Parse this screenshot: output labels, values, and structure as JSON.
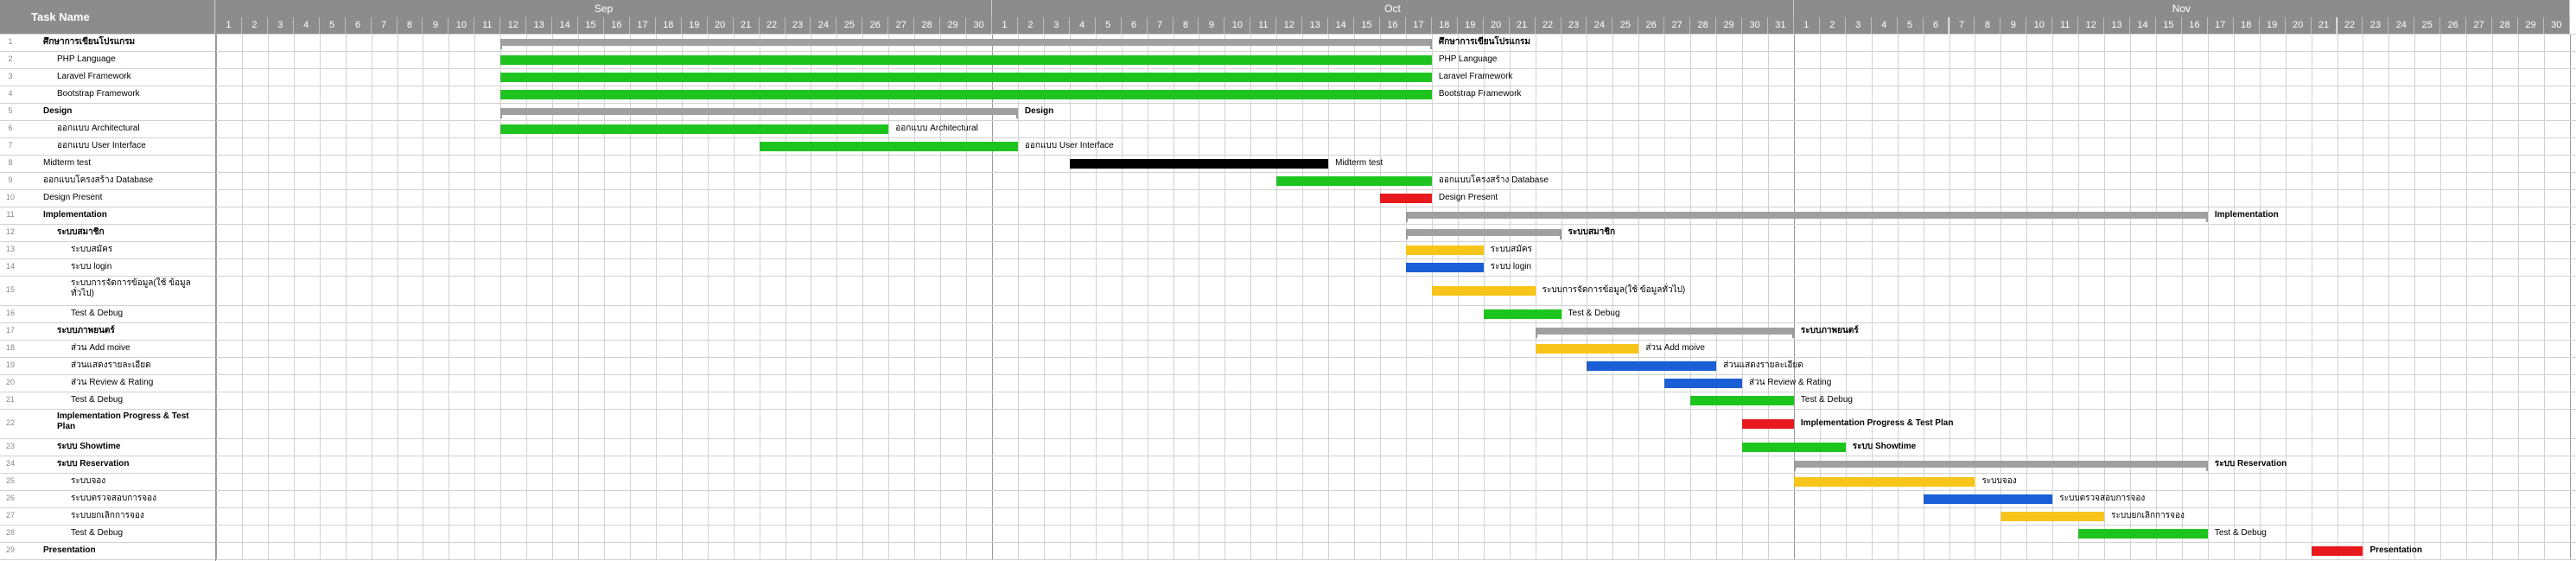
{
  "header": {
    "task_name_label": "Task Name",
    "months": [
      "Sep",
      "Oct",
      "Nov"
    ]
  },
  "colors": {
    "header_bg": "#8c8c8c",
    "summary": "#a0a0a0",
    "green": "#1ec41e",
    "black": "#000000",
    "red": "#e8191c",
    "yellow": "#f7c51a",
    "blue": "#1a5fd6"
  },
  "tasks": [
    {
      "num": "1",
      "name": "ศึกษาการเขียนโปรแกรม",
      "level": 0,
      "bold": true,
      "start": 12,
      "end": 47,
      "kind": "summary",
      "color": "none",
      "label": "ศึกษาการเขียนโปรแกรม"
    },
    {
      "num": "2",
      "name": "PHP Language",
      "level": 1,
      "bold": false,
      "start": 12,
      "end": 47,
      "kind": "bar",
      "color": "green",
      "label": "PHP Language"
    },
    {
      "num": "3",
      "name": "Laravel Framework",
      "level": 1,
      "bold": false,
      "start": 12,
      "end": 47,
      "kind": "bar",
      "color": "green",
      "label": "Laravel Framework"
    },
    {
      "num": "4",
      "name": "Bootstrap Framework",
      "level": 1,
      "bold": false,
      "start": 12,
      "end": 47,
      "kind": "bar",
      "color": "green",
      "label": "Bootstrap Framework"
    },
    {
      "num": "5",
      "name": "Design",
      "level": 0,
      "bold": true,
      "start": 12,
      "end": 31,
      "kind": "summary",
      "color": "summary",
      "label": "Design"
    },
    {
      "num": "6",
      "name": "ออกแบบ Architectural",
      "level": 1,
      "bold": false,
      "start": 12,
      "end": 26,
      "kind": "bar",
      "color": "green",
      "label": "ออกแบบ Architectural"
    },
    {
      "num": "7",
      "name": "ออกแบบ User Interface",
      "level": 1,
      "bold": false,
      "start": 22,
      "end": 31,
      "kind": "bar",
      "color": "green",
      "label": "ออกแบบ User Interface"
    },
    {
      "num": "8",
      "name": "Midterm test",
      "level": 0,
      "bold": false,
      "start": 34,
      "end": 43,
      "kind": "bar",
      "color": "black",
      "label": "Midterm test"
    },
    {
      "num": "9",
      "name": "ออกแบบโครงสร้าง Database",
      "level": 0,
      "bold": false,
      "start": 42,
      "end": 47,
      "kind": "bar",
      "color": "green",
      "label": "ออกแบบโครงสร้าง Database"
    },
    {
      "num": "10",
      "name": "Design Present",
      "level": 0,
      "bold": false,
      "start": 46,
      "end": 47,
      "kind": "bar",
      "color": "red",
      "label": "Design Present"
    },
    {
      "num": "11",
      "name": "Implementation",
      "level": 0,
      "bold": true,
      "start": 47,
      "end": 77,
      "kind": "summary",
      "color": "summary",
      "label": "Implementation"
    },
    {
      "num": "12",
      "name": "ระบบสมาชิก",
      "level": 1,
      "bold": true,
      "start": 47,
      "end": 52,
      "kind": "summary",
      "color": "summary",
      "label": "ระบบสมาชิก"
    },
    {
      "num": "13",
      "name": "ระบบสมัคร",
      "level": 2,
      "bold": false,
      "start": 47,
      "end": 49,
      "kind": "bar",
      "color": "yellow",
      "label": "ระบบสมัคร"
    },
    {
      "num": "14",
      "name": "ระบบ login",
      "level": 2,
      "bold": false,
      "start": 47,
      "end": 49,
      "kind": "bar",
      "color": "blue",
      "label": "ระบบ login"
    },
    {
      "num": "15",
      "name": "ระบบการจัดการข้อมูล(ใช้ ข้อมูลทั่วไป)",
      "level": 2,
      "bold": false,
      "start": 48,
      "end": 51,
      "kind": "bar",
      "color": "yellow",
      "label": "ระบบการจัดการข้อมูล(ใช้ ข้อมูลทั่วไป)",
      "tall": true
    },
    {
      "num": "16",
      "name": "Test & Debug",
      "level": 2,
      "bold": false,
      "start": 50,
      "end": 52,
      "kind": "bar",
      "color": "green",
      "label": "Test & Debug"
    },
    {
      "num": "17",
      "name": "ระบบภาพยนตร์",
      "level": 1,
      "bold": true,
      "start": 52,
      "end": 61,
      "kind": "summary",
      "color": "summary",
      "label": "ระบบภาพยนตร์"
    },
    {
      "num": "18",
      "name": "ส่วน Add moive",
      "level": 2,
      "bold": false,
      "start": 52,
      "end": 55,
      "kind": "bar",
      "color": "yellow",
      "label": "ส่วน Add moive"
    },
    {
      "num": "19",
      "name": "ส่วนแสดงรายละเอียด",
      "level": 2,
      "bold": false,
      "start": 54,
      "end": 58,
      "kind": "bar",
      "color": "blue",
      "label": "ส่วนแสดงรายละเอียด"
    },
    {
      "num": "20",
      "name": "ส่วน Review & Rating",
      "level": 2,
      "bold": false,
      "start": 57,
      "end": 59,
      "kind": "bar",
      "color": "blue",
      "label": "ส่วน Review & Rating"
    },
    {
      "num": "21",
      "name": "Test & Debug",
      "level": 2,
      "bold": false,
      "start": 58,
      "end": 61,
      "kind": "bar",
      "color": "green",
      "label": "Test & Debug"
    },
    {
      "num": "22",
      "name": "Implementation Progress & Test Plan",
      "level": 1,
      "bold": true,
      "start": 60,
      "end": 61,
      "kind": "bar",
      "color": "red",
      "label": "Implementation Progress & Test Plan",
      "tall": true
    },
    {
      "num": "23",
      "name": "ระบบ Showtime",
      "level": 1,
      "bold": true,
      "start": 60,
      "end": 63,
      "kind": "bar",
      "color": "green",
      "label": "ระบบ Showtime"
    },
    {
      "num": "24",
      "name": "ระบบ Reservation",
      "level": 1,
      "bold": true,
      "start": 62,
      "end": 77,
      "kind": "summary",
      "color": "summary",
      "label": "ระบบ Reservation"
    },
    {
      "num": "25",
      "name": "ระบบจอง",
      "level": 2,
      "bold": false,
      "start": 62,
      "end": 68,
      "kind": "bar",
      "color": "yellow",
      "label": "ระบบจอง"
    },
    {
      "num": "26",
      "name": "ระบบตรวจสอบการจอง",
      "level": 2,
      "bold": false,
      "start": 67,
      "end": 71,
      "kind": "bar",
      "color": "blue",
      "label": "ระบบตรวจสอบการจอง"
    },
    {
      "num": "27",
      "name": "ระบบยกเลิกการจอง",
      "level": 2,
      "bold": false,
      "start": 70,
      "end": 73,
      "kind": "bar",
      "color": "yellow",
      "label": "ระบบยกเลิกการจอง"
    },
    {
      "num": "28",
      "name": "Test & Debug",
      "level": 2,
      "bold": false,
      "start": 73,
      "end": 77,
      "kind": "bar",
      "color": "green",
      "label": "Test & Debug"
    },
    {
      "num": "29",
      "name": "Presentation",
      "level": 0,
      "bold": true,
      "start": 82,
      "end": 83,
      "kind": "bar",
      "color": "red",
      "label": "Presentation"
    }
  ]
}
